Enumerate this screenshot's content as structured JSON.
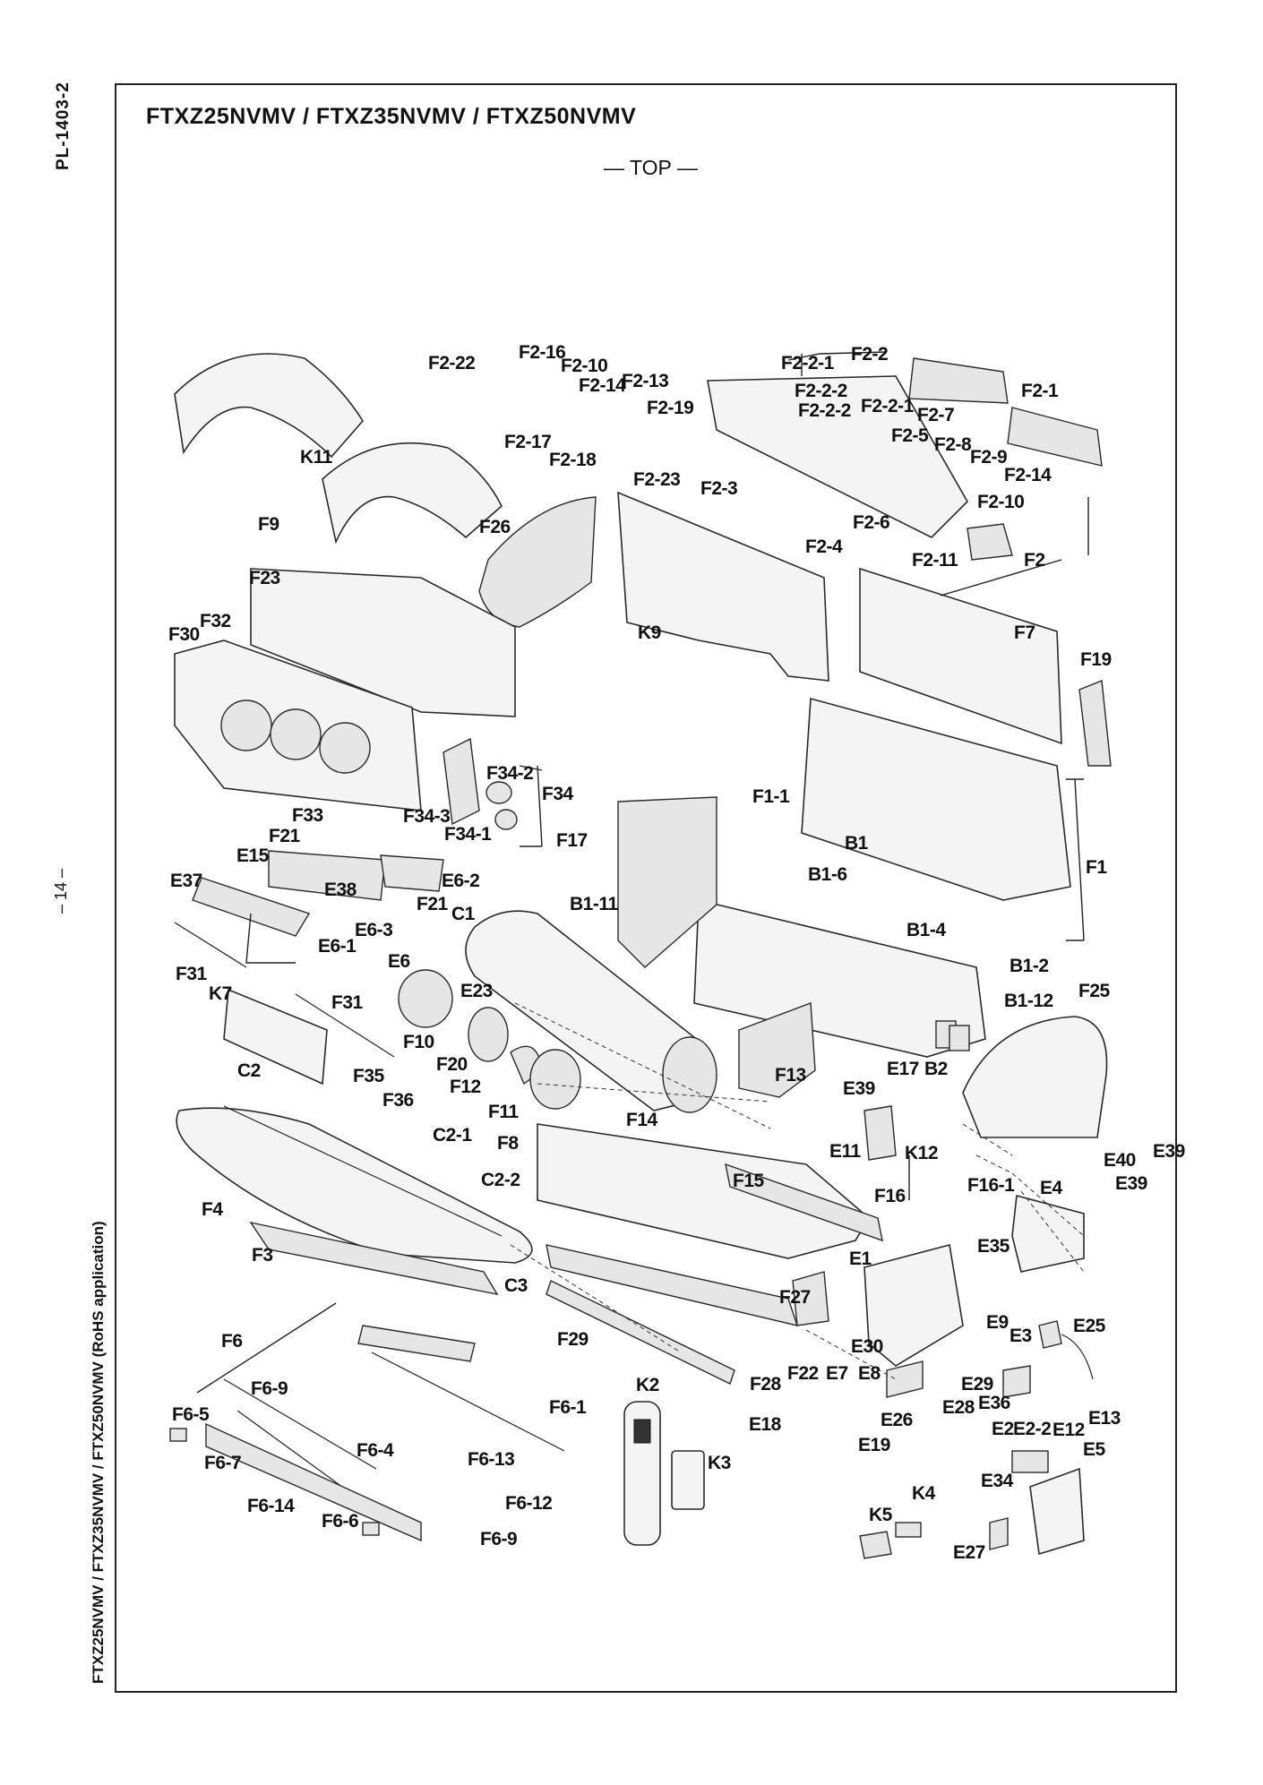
{
  "page": {
    "doc_code": "PL-1403-2",
    "page_number": "– 14 –",
    "side_models": "FTXZ25NVMV / FTXZ35NVMV / FTXZ50NVMV (RoHS application)",
    "title": "FTXZ25NVMV / FTXZ35NVMV / FTXZ50NVMV",
    "orientation": "— TOP —"
  },
  "part_labels": [
    "F2-22",
    "F2-16",
    "F2-10",
    "F2-14",
    "F2-13",
    "F2-19",
    "F2-17",
    "F2-18",
    "F2-23",
    "F2-3",
    "F2-2-1",
    "F2-2",
    "F2-2-2",
    "F2-2-2",
    "F2-2-1",
    "F2-7",
    "F2-1",
    "F2-5",
    "F2-8",
    "F2-9",
    "F2-14",
    "F2-10",
    "F2-6",
    "F2-4",
    "F2-11",
    "F2",
    "K11",
    "F9",
    "F26",
    "K9",
    "F7",
    "F19",
    "F23",
    "F30",
    "F32",
    "F34-2",
    "F34",
    "F34-3",
    "F34-1",
    "F33",
    "F21",
    "F1-1",
    "F17",
    "B1",
    "E15",
    "E6-2",
    "F1",
    "E37",
    "F21",
    "E38",
    "E6-3",
    "E6-1",
    "E6",
    "C1",
    "B1-6",
    "B1-11",
    "B1-4",
    "F31",
    "K7",
    "F31",
    "E23",
    "B1-2",
    "B1-12",
    "F25",
    "F10",
    "F20",
    "F12",
    "F35",
    "F36",
    "F13",
    "E39",
    "E17",
    "B2",
    "C2",
    "F11",
    "F14",
    "F8",
    "C2-1",
    "E11",
    "K12",
    "E40",
    "E39",
    "E39",
    "F15",
    "F16",
    "F16-1",
    "E4",
    "C2-2",
    "F4",
    "E35",
    "F3",
    "C3",
    "E1",
    "F27",
    "E30",
    "E9",
    "E3",
    "E25",
    "F6",
    "F29",
    "F28",
    "F22",
    "E7",
    "E8",
    "E29",
    "E36",
    "E28",
    "E26",
    "E2",
    "E2-2",
    "E12",
    "E13",
    "F6-9",
    "K2",
    "F6-1",
    "E18",
    "E19",
    "F6-5",
    "F6-4",
    "F6-13",
    "F6-7",
    "K3",
    "E5",
    "E34",
    "F6-12",
    "F6-14",
    "K4",
    "K5",
    "F6-6",
    "F6-9",
    "E27"
  ]
}
